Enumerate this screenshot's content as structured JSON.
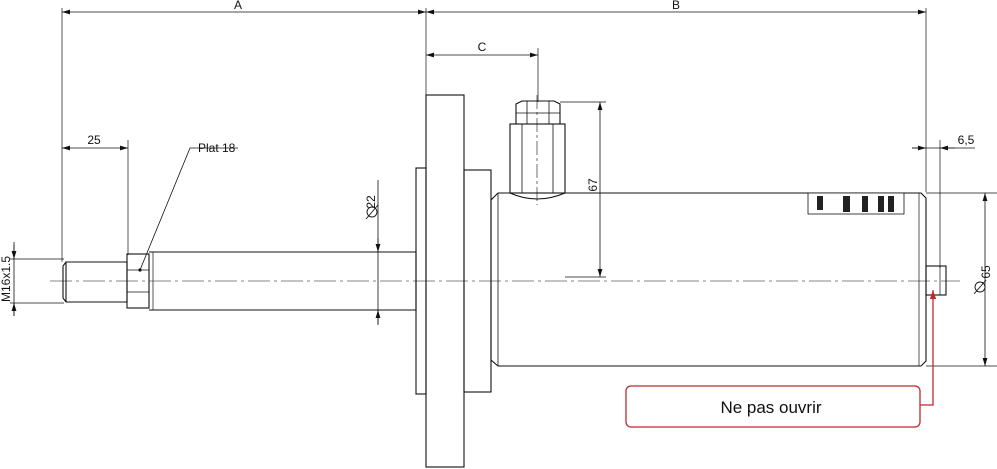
{
  "dimensions": {
    "a": "A",
    "b": "B",
    "c": "C",
    "length_25": "25",
    "plat": "Plat 18",
    "dia_22": "22",
    "height_67": "67",
    "offset_6_5": "6,5",
    "dia_65": "65",
    "thread": "M16x1.5"
  },
  "callout": {
    "text": "Ne pas ouvrir",
    "border_color": "#c0282d"
  },
  "colors": {
    "line": "#111111",
    "callout": "#c0282d"
  }
}
